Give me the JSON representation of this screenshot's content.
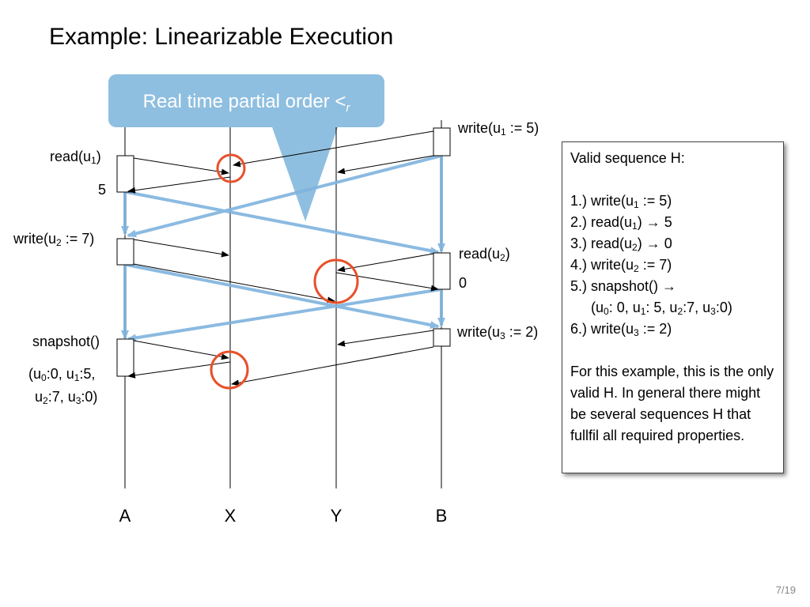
{
  "slide": {
    "title": "Example: Linearizable Execution",
    "page": "7/19"
  },
  "callout": {
    "text": "Real time partial order <",
    "subscript": "r"
  },
  "processes": [
    "A",
    "X",
    "Y",
    "B"
  ],
  "ops": {
    "read_u1": {
      "pre": "read(u",
      "sub": "1",
      "post": ")"
    },
    "read_u1_result": "5",
    "write_u2": {
      "pre": "write(u",
      "sub": "2",
      "post": " := 7)"
    },
    "snapshot": "snapshot()",
    "snapshot_result": {
      "line1": {
        "a": "(u",
        "s1": "0",
        "b": ":0, u",
        "s2": "1",
        "c": ":5,"
      },
      "line2": {
        "s0": "2",
        "a": ":7, u",
        "s1": "3",
        "b": ":0)"
      },
      "line2_pre": "u"
    },
    "write_u1": {
      "pre": "write(u",
      "sub": "1",
      "post": " := 5)"
    },
    "read_u2": {
      "pre": "read(u",
      "sub": "2",
      "post": ")"
    },
    "read_u2_result": "0",
    "write_u3": {
      "pre": "write(u",
      "sub": "3",
      "post": " := 2)"
    }
  },
  "valid_sequence": {
    "heading": "Valid sequence H:",
    "steps": [
      {
        "a": "1.) write(u",
        "s": "1",
        "b": " := 5)"
      },
      {
        "a": "2.) read(u",
        "s": "1",
        "b": ") → 5"
      },
      {
        "a": "3.) read(u",
        "s": "2",
        "b": ") → 0"
      },
      {
        "a": "4.) write(u",
        "s": "2",
        "b": " := 7)"
      },
      {
        "a": "5.) snapshot() →",
        "s": "",
        "b": ""
      }
    ],
    "step5_detail": {
      "a": "(u",
      "s0": "0",
      "b": ": 0, u",
      "s1": "1",
      "c": ": 5, u",
      "s2": "2",
      "d": ":7, u",
      "s3": "3",
      "e": ":0)"
    },
    "step6": {
      "a": "6.) write(u",
      "s": "3",
      "b": " := 2)"
    },
    "note": "For this example, this is the only valid H. In general there might be several sequences H that fullfil all required properties."
  },
  "colors": {
    "callout": "#8fbfe0",
    "order_line": "#7fb3de",
    "highlight_circle": "#e8502a"
  }
}
